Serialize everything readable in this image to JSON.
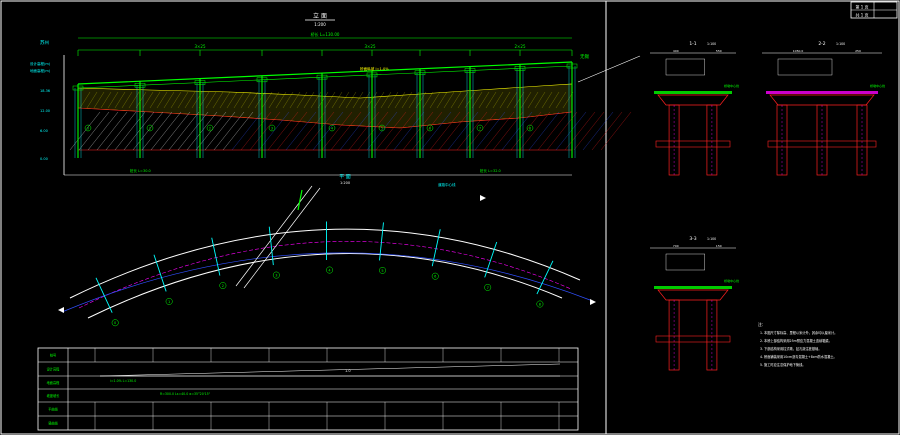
{
  "title_block": {
    "row1": "第 1 页",
    "row2": "共 1 页"
  },
  "elevation": {
    "title": "立 面",
    "scale": "1:200",
    "total_length": "桥长 L=130.00",
    "spans": [
      "3×25",
      "3×25",
      "2×25"
    ],
    "left_axis_labels": [
      "设计高程(m)",
      "地面高程(m)"
    ],
    "left_side_label": "苏州",
    "right_side_label": "无锡",
    "elev_marks": [
      "18.36",
      "12.00",
      "6.00",
      "0.00"
    ],
    "deck_label": "桥面纵坡 i=1.0%",
    "pier_numbers": [
      "0",
      "1",
      "2",
      "3",
      "4",
      "5",
      "6",
      "7",
      "8"
    ],
    "bottom_notes": [
      "桩长 L=30.0",
      "桩长 L=32.0"
    ]
  },
  "plan": {
    "title": "平 面",
    "scale": "1:200",
    "north_label": "道路中心线",
    "pier_numbers": [
      "0",
      "1",
      "2",
      "3",
      "4",
      "5",
      "6",
      "7",
      "8"
    ]
  },
  "sections": [
    {
      "title": "1-1",
      "scale": "1:100",
      "dims": [
        "400",
        "550"
      ],
      "pier_label": "桥墩中心线"
    },
    {
      "title": "2-2",
      "scale": "1:100",
      "dims": [
        "1050.0",
        "250"
      ],
      "pier_label": "桥墩中心线"
    },
    {
      "title": "3-3",
      "scale": "1:100",
      "dims": [
        "700",
        "150"
      ],
      "pier_label": "桥墩中心线"
    }
  ],
  "table": {
    "row_labels": [
      "桩号",
      "设计高程",
      "地面高程",
      "坡度坡长",
      "平曲线",
      "竖曲线"
    ],
    "slope_text": "i=1.0% L=130.0",
    "curve_text": "R=300.0 Ls=40.0 α=35°20'15\"",
    "middle_value": "1.0"
  },
  "notes": {
    "title": "注：",
    "lines": [
      "1. 本图尺寸除标高、里程以米计外，其余均以厘米计。",
      "2. 本桥上部结构采用25m预应力混凝土连续箱梁。",
      "3. 下部结构采用柱式墩，钻孔灌注桩基础。",
      "4. 桥面铺装采用10cm沥青混凝土+8cm防水混凝土。",
      "5. 施工时应注意保护地下管线。"
    ]
  },
  "colors": {
    "white": "#ffffff",
    "green": "#00ff00",
    "cyan": "#00ffff",
    "red": "#ff2020",
    "magenta": "#ff00ff",
    "yellow": "#ffff00",
    "blue": "#3050ff",
    "orange": "#ff8000"
  }
}
